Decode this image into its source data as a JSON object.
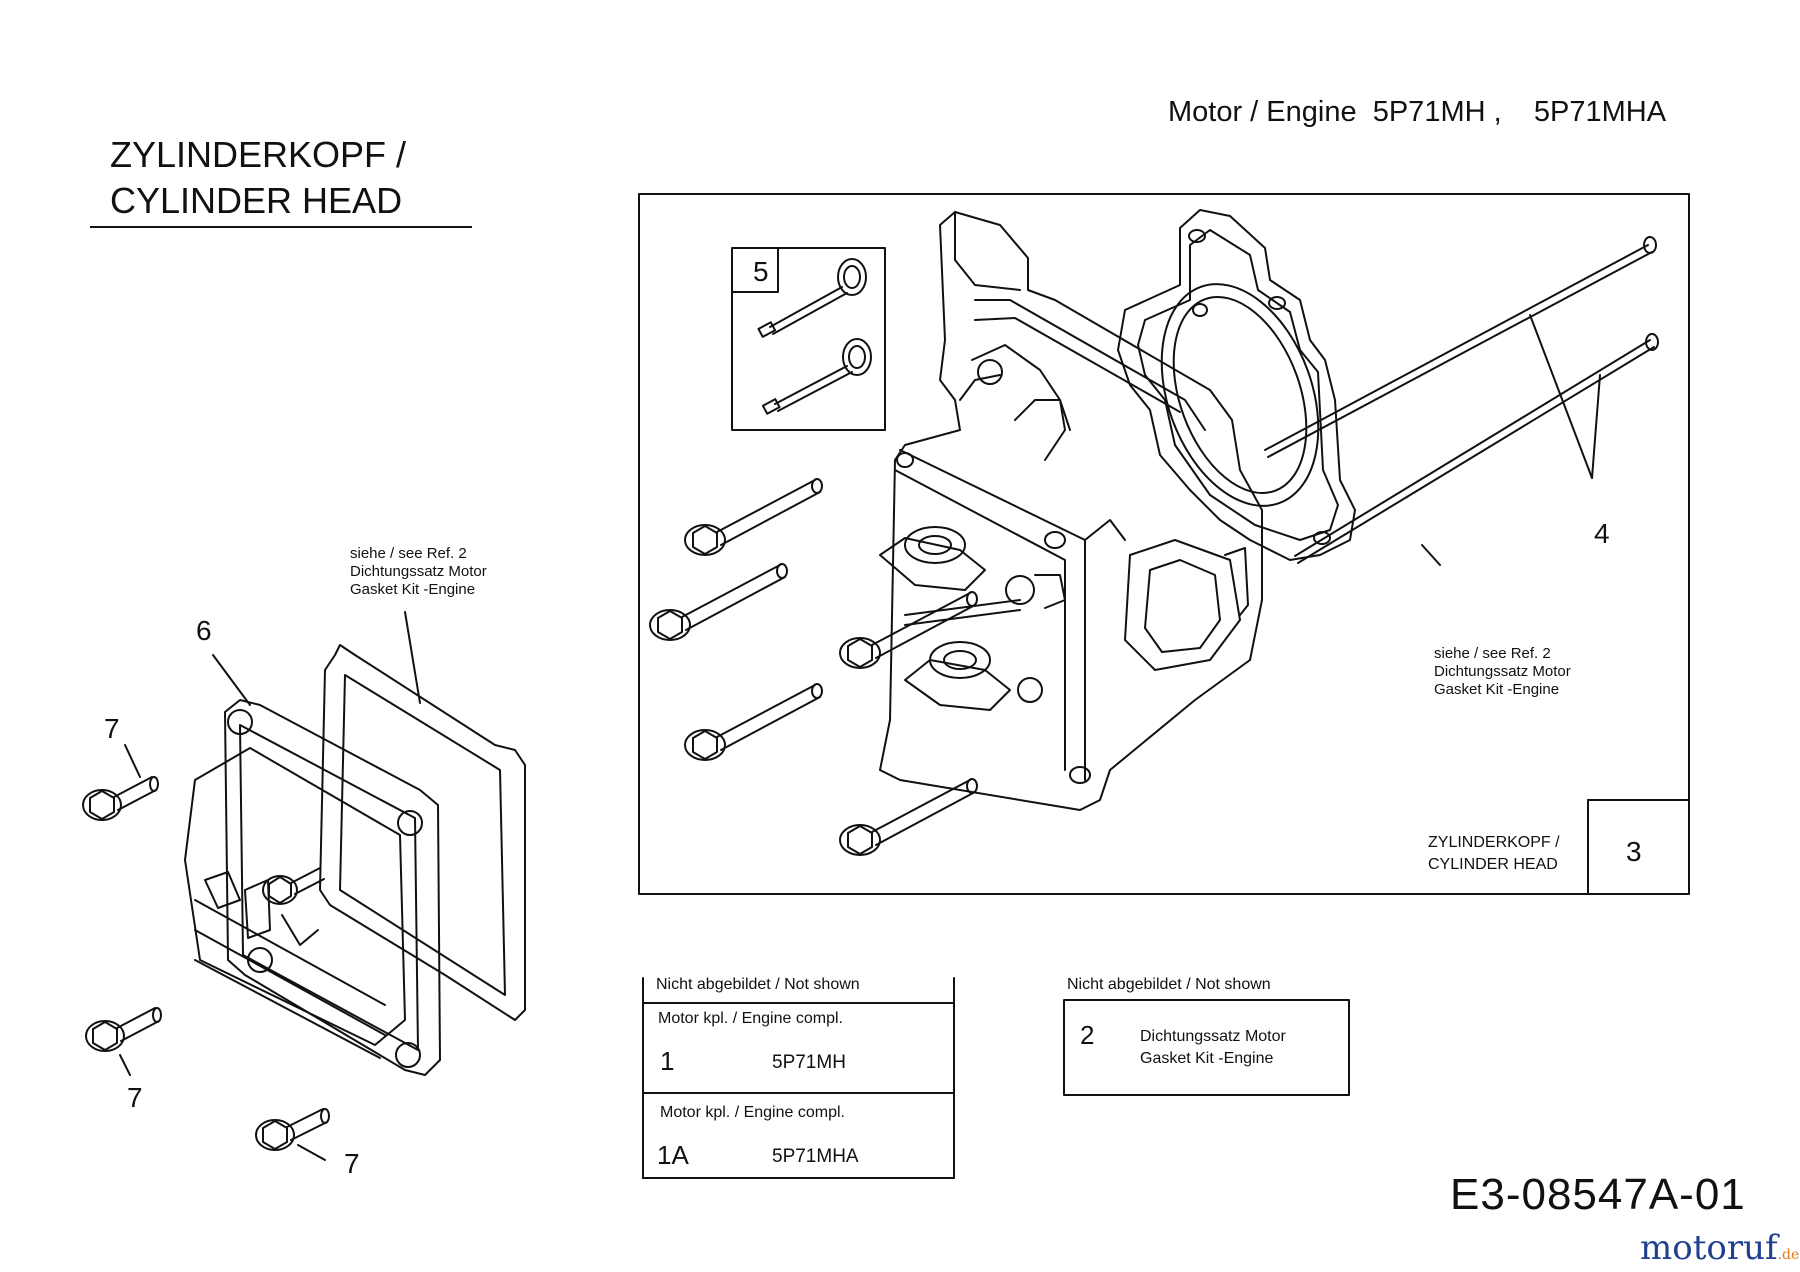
{
  "header": {
    "engine_label": "Motor / Engine  5P71MH ,    5P71MHA",
    "title_line1": "ZYLINDERKOPF /",
    "title_line2": "CYLINDER HEAD"
  },
  "notes": {
    "left_line1": "siehe / see  Ref. 2",
    "left_line2": "Dichtungssatz Motor",
    "left_line3": "Gasket Kit -Engine",
    "right_line1": "siehe / see  Ref. 2",
    "right_line2": "Dichtungssatz Motor",
    "right_line3": "Gasket Kit -Engine"
  },
  "callouts": {
    "valves": "5",
    "head_bolts": "4",
    "cover": "6",
    "bolt_a": "7",
    "bolt_b": "7",
    "bolt_c": "7"
  },
  "inset_label": {
    "line1": "ZYLINDERKOPF /",
    "line2": "CYLINDER HEAD",
    "ref": "3"
  },
  "not_shown_left": {
    "heading": "Nicht abgebildet / Not shown",
    "rows": [
      {
        "desc": "Motor kpl. / Engine compl.",
        "ref": "1",
        "part": "5P71MH"
      },
      {
        "desc": "Motor kpl. / Engine compl.",
        "ref": "1A",
        "part": "5P71MHA"
      }
    ]
  },
  "not_shown_right": {
    "heading": "Nicht abgebildet / Not shown",
    "ref": "2",
    "line1": "Dichtungssatz Motor",
    "line2": "Gasket Kit -Engine"
  },
  "footer": {
    "doc_number": "E3-08547A-01",
    "logo_text": "motoruf",
    "logo_suffix": ".de"
  },
  "colors": {
    "ink": "#111111",
    "logo_blue": "#1f3f8f",
    "logo_orange": "#e07a1a"
  }
}
